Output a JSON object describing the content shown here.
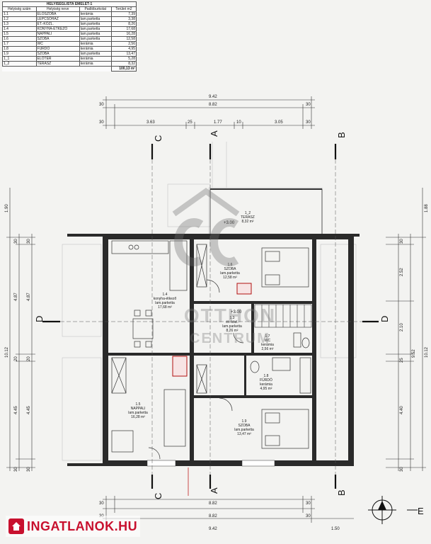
{
  "table": {
    "title": "HELYISÉGLISTA EMELET-1",
    "headers": [
      "Helyiség szám",
      "Helyiség neve",
      "Padlóburkolat",
      "Terület m2"
    ],
    "rows": [
      [
        "1.1",
        "ELŐSZOBA",
        "kerámia",
        "7,39"
      ],
      [
        "1.2",
        "LÉPCSŐHÁZ",
        "lam.parketta",
        "3,38"
      ],
      [
        "1.3",
        "ÉT.-KÖZL.",
        "lam.parketta",
        "8,26"
      ],
      [
        "1.4",
        "KONYHA-ÉTKEZŐ",
        "lam.parketta",
        "17,68"
      ],
      [
        "1.5",
        "NAPPALI",
        "lam.parketta",
        "16,28"
      ],
      [
        "1.6",
        "SZOBA",
        "lam.parketta",
        "12,58"
      ],
      [
        "1.7",
        "WC",
        "kerámia",
        "2,56"
      ],
      [
        "1.8",
        "FÜRDŐ",
        "kerámia",
        "4,95"
      ],
      [
        "1.9",
        "SZOBA",
        "lam.parketta",
        "13,47"
      ],
      [
        "1_1",
        "ELŐTÉR",
        "kerámia",
        "5,28"
      ],
      [
        "1_2",
        "TERASZ",
        "kerámia",
        "8,32"
      ]
    ],
    "total": "100,13 m²"
  },
  "dims_top": {
    "overall": "9.42",
    "inner": "8.82",
    "edge": "30",
    "seg1": "3.63",
    "seg2": "25",
    "seg3": "1.77",
    "seg4": "10",
    "seg5": "3.05"
  },
  "dims_bottom": {
    "inner": "8.82",
    "overall": "9.42",
    "edge": "30",
    "extra": "1.50"
  },
  "dims_left": {
    "total": "10.12",
    "top": "1.90",
    "a": "4.87",
    "b": "4.45",
    "c": "20",
    "d": "30"
  },
  "dims_right": {
    "total": "10.12",
    "top": "1.88",
    "a": "2.52",
    "b": "2.10",
    "c": "4.40",
    "d": "9.52",
    "e": "25",
    "f": "30"
  },
  "section_labels": {
    "A": "A",
    "B": "B",
    "C": "C",
    "D": "D",
    "E": "E"
  },
  "rooms": {
    "r12": {
      "num": "1_2",
      "name": "TERASZ",
      "floor": "kerámia",
      "area": "8,32 m²"
    },
    "r16": {
      "num": "1.6",
      "name": "SZOBA",
      "floor": "lam.parketta",
      "area": "12,58 m²"
    },
    "r14": {
      "num": "1.4",
      "name": "konyha-étkező",
      "floor": "lam.parketta",
      "area": "17,68 m²"
    },
    "r13": {
      "num": "1.3",
      "name": "ét.-közl.",
      "floor": "lam.parketta",
      "area": "8,26 m²"
    },
    "r17": {
      "num": "1.7",
      "name": "WC",
      "floor": "kerámia",
      "area": "2,56 m²"
    },
    "r18": {
      "num": "1.8",
      "name": "FÜRDŐ",
      "floor": "kerámia",
      "area": "4,95 m²"
    },
    "r15": {
      "num": "1.5",
      "name": "NAPPALI",
      "floor": "lam.parketta",
      "area": "16,28 m²"
    },
    "r19": {
      "num": "1.9",
      "name": "SZOBA",
      "floor": "lam.parketta",
      "area": "13,47 m²"
    }
  },
  "levels": {
    "upper": "+3.00",
    "stair": "+3.00"
  },
  "watermark": {
    "line1": "OTTHON",
    "line2": "CENTRUM"
  },
  "brand": {
    "name": "INGATLANOK.HU"
  }
}
